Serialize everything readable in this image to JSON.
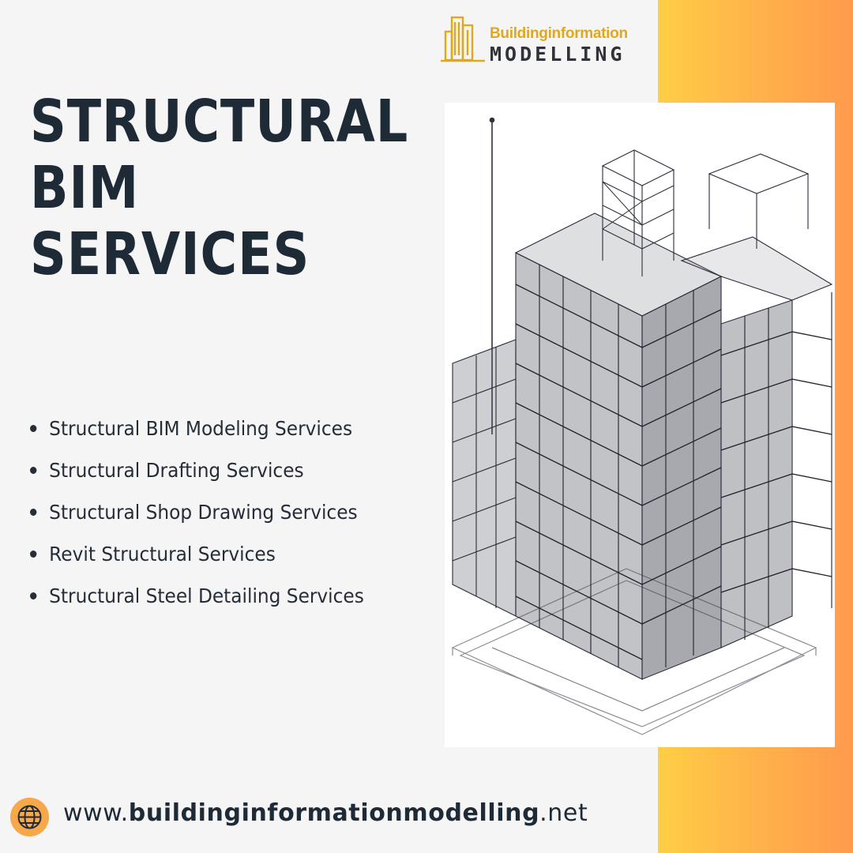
{
  "brand": {
    "line1": "Buildinginformation",
    "line2": "MODELLING"
  },
  "title": {
    "line1": "STRUCTURAL",
    "line2": "BIM",
    "line3": "SERVICES"
  },
  "services": [
    "Structural BIM Modeling Services",
    "Structural Drafting Services",
    "Structural Shop Drawing Services",
    "Revit Structural Services",
    "Structural Steel Detailing Services"
  ],
  "footer": {
    "url_prefix": "www.",
    "url_domain": "buildinginformationmodelling",
    "url_suffix": ".net",
    "icon": "globe-icon"
  },
  "colors": {
    "accent_gradient_start": "#ffce45",
    "accent_gradient_end": "#ff9a4d",
    "title": "#1f2a37",
    "logo_gold": "#e0a81c",
    "logo_dark": "#30343a"
  }
}
